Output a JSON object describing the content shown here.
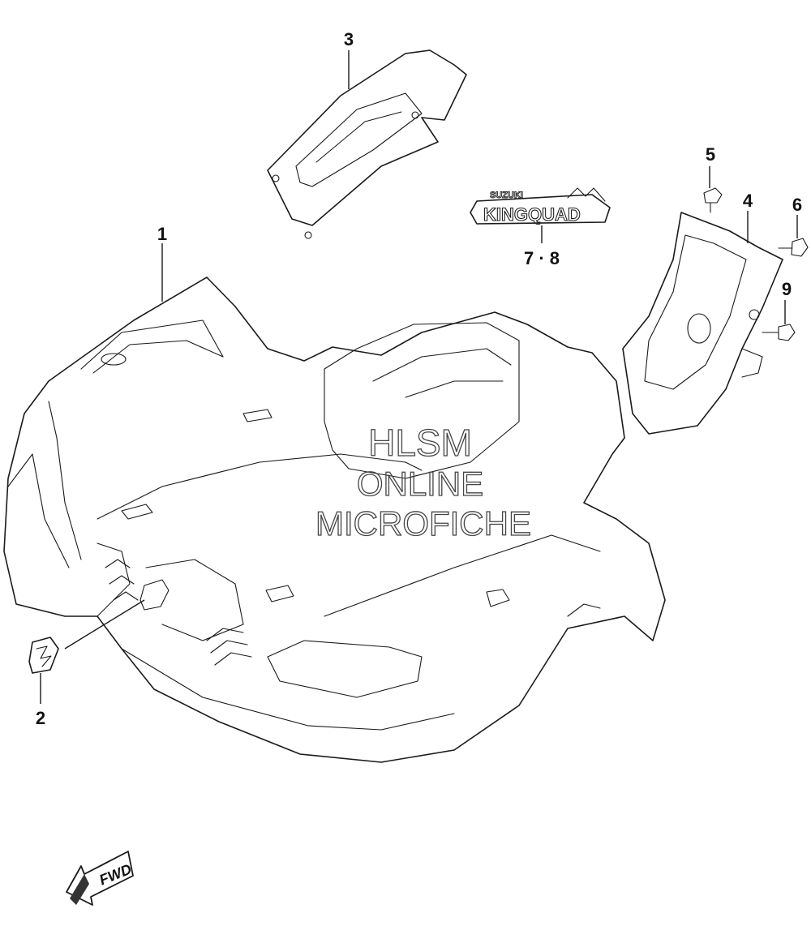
{
  "diagram": {
    "callouts": {
      "part_1": "1",
      "part_2": "2",
      "part_3": "3",
      "part_4": "4",
      "part_5": "5",
      "part_6": "6",
      "part_7_8": "7 · 8",
      "part_9": "9"
    },
    "emblem": {
      "brand": "SUZUKI",
      "model": "KINGQUAD"
    },
    "fwd_label": "FWD",
    "watermark": {
      "line1": "HLSM",
      "line2": "ONLINE",
      "line3": "MICROFICHE"
    }
  }
}
